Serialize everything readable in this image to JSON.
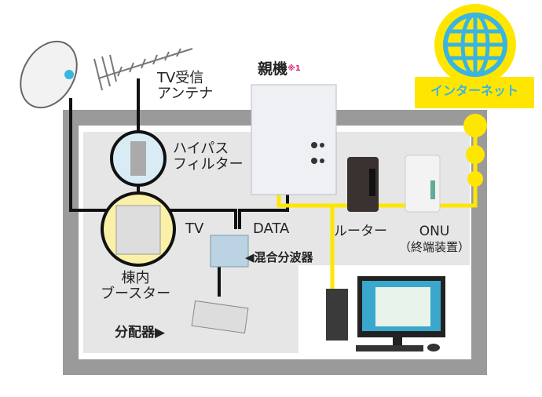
{
  "labels": {
    "antenna": [
      "TV受信",
      "アンテナ"
    ],
    "parent_unit": "親機",
    "parent_note": "※1",
    "high_pass": [
      "ハイパス",
      "フィルター"
    ],
    "booster": [
      "棟内",
      "ブースター"
    ],
    "tv": "TV",
    "data": "DATA",
    "mixer": "◀混合分波器",
    "splitter": "分配器▶",
    "router": "ルーター",
    "onu": [
      "ONU",
      "（終端装置）"
    ],
    "internet": "インターネット"
  },
  "colors": {
    "yellow": "#ffe600",
    "globe": "#3ab4e0",
    "frame": "#999999",
    "inner": "#e6e6e6"
  }
}
